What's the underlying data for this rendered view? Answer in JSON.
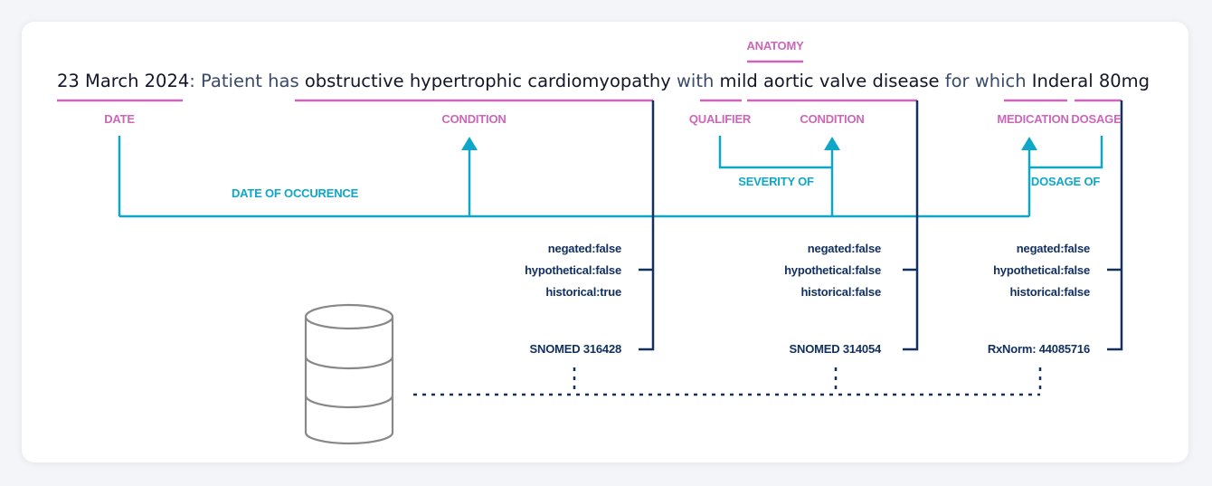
{
  "sentence": {
    "date": "23 March 2024",
    "t1": ": Patient has ",
    "condition1": "obstructive hypertrophic cardiomyopathy",
    "t2": " with ",
    "qualifier": "mild",
    "t3": " ",
    "condition2": "aortic valve disease",
    "t4": " for which ",
    "medication": "Inderal",
    "t5": " ",
    "dosage": "80mg"
  },
  "entity_labels": {
    "anatomy": "ANATOMY",
    "date": "DATE",
    "condition1": "CONDITION",
    "qualifier": "QUALIFIER",
    "condition2": "CONDITION",
    "medication": "MEDICATION",
    "dosage": "DOSAGE"
  },
  "relation_labels": {
    "date_of_occurence": "DATE OF OCCURENCE",
    "severity_of": "SEVERITY OF",
    "dosage_of": "DOSAGE OF"
  },
  "attributes": [
    {
      "negated": "negated:false",
      "hypothetical": "hypothetical:false",
      "historical": "historical:true",
      "code": "SNOMED 316428"
    },
    {
      "negated": "negated:false",
      "hypothetical": "hypothetical:false",
      "historical": "historical:false",
      "code": "SNOMED 314054"
    },
    {
      "negated": "negated:false",
      "hypothetical": "hypothetical:false",
      "historical": "historical:false",
      "code": "RxNorm: 44085716"
    }
  ],
  "colors": {
    "entity": "#cc66bb",
    "relation": "#0ea7c8",
    "attribute": "#123060",
    "database": "#888888"
  },
  "icons": {
    "database": "database-icon"
  }
}
